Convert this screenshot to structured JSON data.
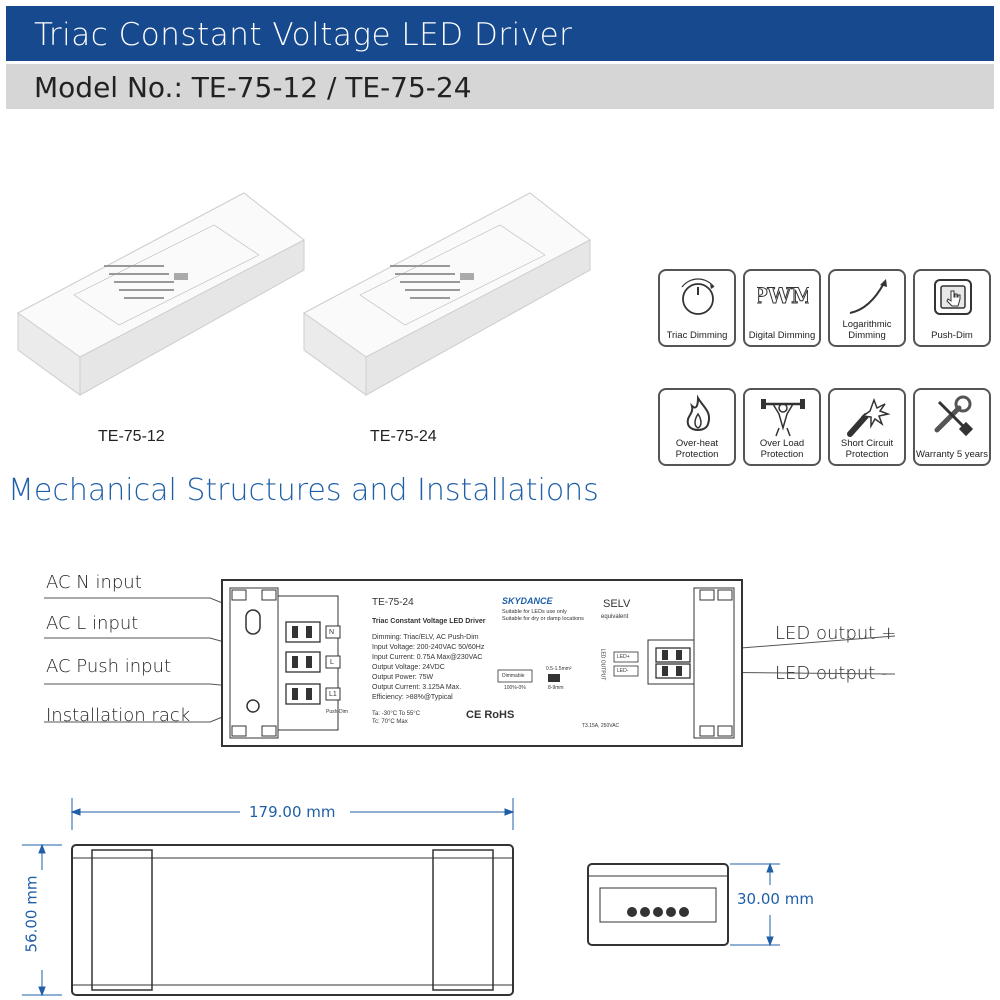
{
  "header": {
    "title": "Triac Constant Voltage LED Driver",
    "model": "Model No.: TE-75-12 / TE-75-24"
  },
  "products": [
    {
      "label": "TE-75-12"
    },
    {
      "label": "TE-75-24"
    }
  ],
  "features": [
    {
      "icon": "knob-icon",
      "label": "Triac Dimming"
    },
    {
      "icon": "pwm-icon",
      "label": "Digital Dimming",
      "icon_text": "PWM"
    },
    {
      "icon": "log-curve-icon",
      "label": "Logarithmic Dimming"
    },
    {
      "icon": "push-switch-icon",
      "label": "Push-Dim"
    },
    {
      "icon": "flame-icon",
      "label": "Over-heat Protection"
    },
    {
      "icon": "overload-icon",
      "label": "Over Load Protection"
    },
    {
      "icon": "spark-icon",
      "label": "Short Circuit Protection"
    },
    {
      "icon": "tools-icon",
      "label": "Warranty 5 years"
    }
  ],
  "section": {
    "title": "Mechanical Structures and Installations"
  },
  "callouts": {
    "ac_n": "AC N input",
    "ac_l": "AC L input",
    "ac_push": "AC Push input",
    "rack": "Installation rack",
    "led_plus": "LED output +",
    "led_minus": "LED output -"
  },
  "driver_label": {
    "model": "TE-75-24",
    "name": "Triac Constant Voltage LED Driver",
    "brand": "SKYDANCE",
    "suitable1": "Suitable for LEDs use only",
    "suitable2": "Suitable for dry or damp locations",
    "selv": "SELV",
    "selv_sub": "equivalent",
    "spec1": "Dimming: Triac/ELV, AC Push-Dim",
    "spec2": "Input Voltage: 200-240VAC 50/60Hz",
    "spec3": "Input Current: 0.75A Max@230VAC",
    "spec4": "Output Voltage: 24VDC",
    "spec5": "Output Power: 75W",
    "spec6": "Output Current: 3.125A Max.",
    "spec7": "Efficiency: >88%@Typical",
    "ta": "Ta: -30°C To 55°C",
    "tc": "Tc: 70°C Max",
    "dimmable": "Dimmable",
    "dimmable_sub": "100%-0%",
    "strip": "0.5-1.5mm²",
    "strip_sub": "8-9mm",
    "terminal_n": "N",
    "terminal_l": "L",
    "terminal_l1": "L1",
    "push_dim": "Push-Dim",
    "led_plus_t": "LED+",
    "led_minus_t": "LED-",
    "led_output_side": "LED OUTPUT",
    "fuse": "T3.15A, 250VAC",
    "ce": "CE RoHS"
  },
  "dimensions": {
    "length": "179.00 mm",
    "width": "56.00 mm",
    "height": "30.00 mm"
  },
  "colors": {
    "brand_blue": "#17498f",
    "model_gray": "#d6d6d6",
    "accent_blue": "#1f5fa8"
  }
}
